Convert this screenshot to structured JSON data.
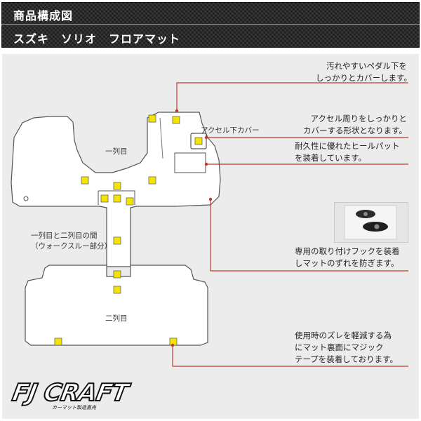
{
  "header": {
    "section_title": "商品構成図",
    "product_title": "スズキ　ソリオ　フロアマット"
  },
  "labels": {
    "row1": "一列目",
    "walkthrough_line1": "一列目と二列目の間",
    "walkthrough_line2": "（ウォークスルー部分）",
    "row2": "二列目",
    "accel_cover": "アクセル下カバー"
  },
  "annotations": {
    "pedal": [
      "汚れやすいペダル下を",
      "しっかりとカバーします。"
    ],
    "accel": [
      "アクセル周りをしっかりと",
      "カバーする形状となります。"
    ],
    "heel_pad": [
      "耐久性に優れたヒールパット",
      "を装着しています。"
    ],
    "hook": [
      "専用の取り付けフックを装着",
      "しマットのずれを防ぎます。"
    ],
    "magic_tape": [
      "使用時のズレを軽減する為",
      "にマット裏面にマジック",
      "テープを装着しております。"
    ]
  },
  "logo": {
    "brand": "FJ CRAFT",
    "tagline": "カーマット製造直売"
  },
  "colors": {
    "marker": "#f5e400",
    "leader_line": "#c0392b",
    "panel_bg": "#ececec",
    "mat_fill": "#ffffff"
  },
  "icons": [
    "hook-photo-icon"
  ]
}
